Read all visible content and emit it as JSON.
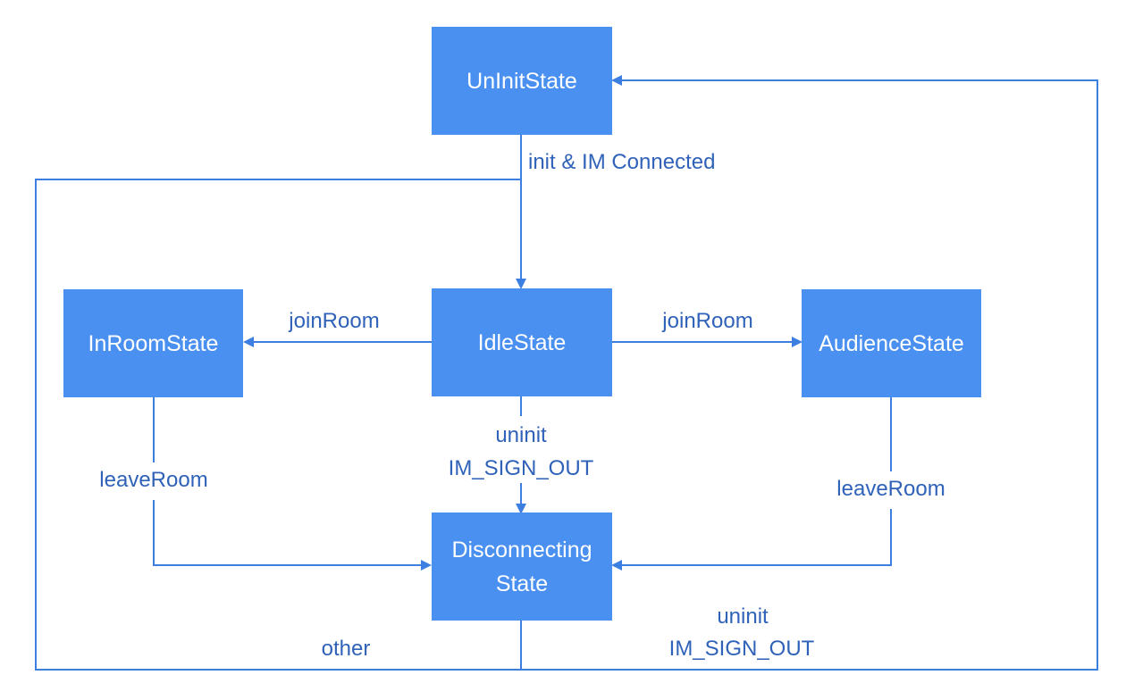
{
  "colors": {
    "state_fill": "#4a90f0",
    "state_text": "#ffffff",
    "edge_line": "#3d7fe0",
    "edge_label": "#2f62b8"
  },
  "states": {
    "uninit": "UnInitState",
    "idle": "IdleState",
    "inroom": "InRoomState",
    "audience": "AudienceState",
    "disconnecting_line1": "Disconnecting",
    "disconnecting_line2": "State"
  },
  "edges": {
    "init_connected": "init & IM Connected",
    "join_room_left": "joinRoom",
    "join_room_right": "joinRoom",
    "leave_room_left": "leaveRoom",
    "leave_room_right": "leaveRoom",
    "idle_uninit": "uninit",
    "idle_signout": "IM_SIGN_OUT",
    "bottom_uninit": "uninit",
    "bottom_signout": "IM_SIGN_OUT",
    "other": "other"
  }
}
